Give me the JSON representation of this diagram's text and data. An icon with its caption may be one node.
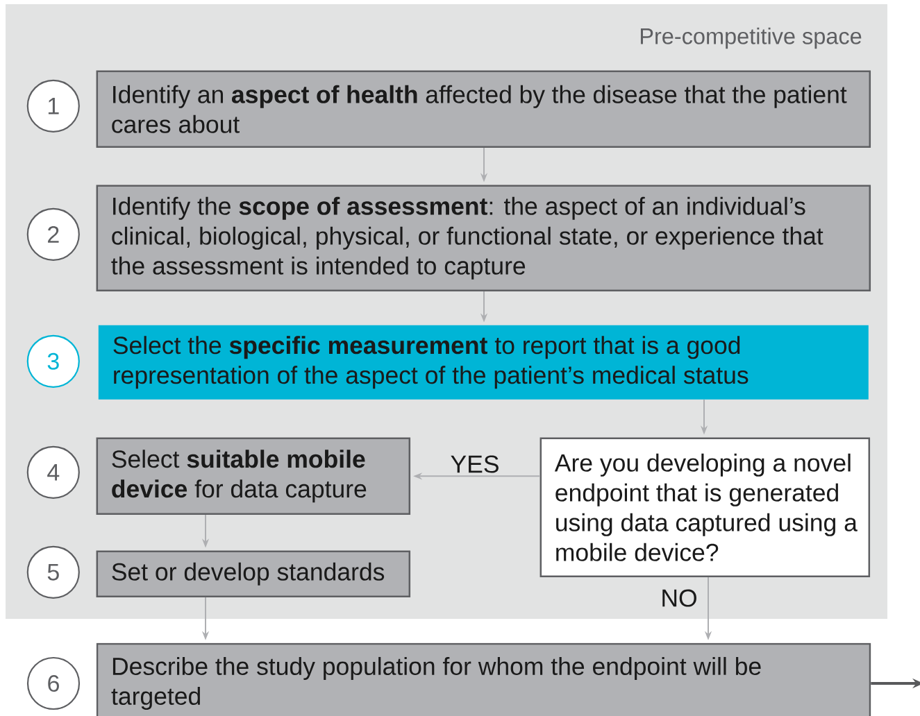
{
  "diagram": {
    "nodes": [
      {
        "text": [
          "Pre-competitive space"
        ]
      },
      {
        "text": [
          "1"
        ],
        "in": 0
      },
      {
        "text": [
          "Identify an **aspect of health** affected by the disease that the patient cares about"
        ],
        "in": 0
      },
      {
        "text": [
          "2"
        ],
        "in": 0
      },
      {
        "text": [
          "Identify the **scope of assessment**: the aspect of an individual’s clinical, biological, physical, or functional state, or experience that the assessment is intended to capture"
        ],
        "in": 0
      },
      {
        "text": [
          "3"
        ],
        "in": 0
      },
      {
        "text": [
          "Select the **specific measurement** to report that is a good representation of the aspect of the patient’s medical status"
        ],
        "in": 0
      },
      {
        "text": [
          "4"
        ],
        "in": 0
      },
      {
        "text": [
          "Select **suitable mobile device** for data capture"
        ],
        "in": 0
      },
      {
        "text": [
          "Are you developing a novel endpoint that is generated using data captured using a mobile device?"
        ],
        "in": 0
      },
      {
        "text": [
          "5"
        ],
        "in": 0
      },
      {
        "text": [
          "Set or develop standards"
        ],
        "in": 0
      },
      {
        "text": [
          "6"
        ]
      },
      {
        "text": [
          "Describe the study population for whom the endpoint will be targeted"
        ]
      }
    ],
    "edges": [
      {
        "from": 2,
        "to": 4,
        "arrow": "to"
      },
      {
        "from": 4,
        "to": 6,
        "arrow": "to"
      },
      {
        "from": 6,
        "to": 9,
        "arrow": "to"
      },
      {
        "from": 9,
        "to": 8,
        "arrow": "to",
        "label": "YES"
      },
      {
        "from": 8,
        "to": 11,
        "arrow": "to"
      },
      {
        "from": 11,
        "to": 13,
        "arrow": "to"
      },
      {
        "from": 9,
        "to": 13,
        "arrow": "to",
        "label": "NO"
      },
      {
        "from": 13,
        "to": null,
        "arrow": "to",
        "style": "thick",
        "color": "#58595b"
      }
    ]
  }
}
